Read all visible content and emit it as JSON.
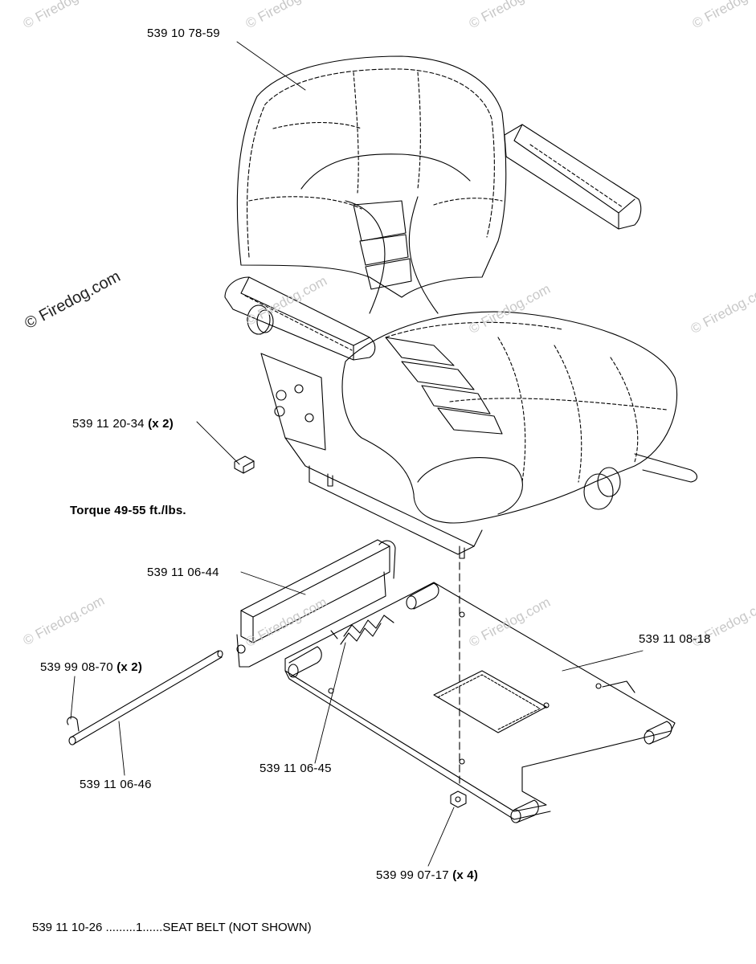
{
  "labels": {
    "seat": "539 10 78-59",
    "bolt": "539 11 20-34",
    "bolt_qty": "(x 2)",
    "torque": "Torque 49-55 ft./lbs.",
    "bracket": "539 11 06-44",
    "plate": "539 11 08-18",
    "clip": "539 99 08-70",
    "clip_qty": "(x 2)",
    "rod": "539 11 06-46",
    "spring": "539 11 06-45",
    "nut": "539 99 07-17",
    "nut_qty": "(x 4)"
  },
  "note": "539 11 10-26 .........1......SEAT BELT (NOT SHOWN)",
  "watermark": "© Firedog.com",
  "colors": {
    "line": "#000000",
    "watermark": "#c8c8c8"
  }
}
